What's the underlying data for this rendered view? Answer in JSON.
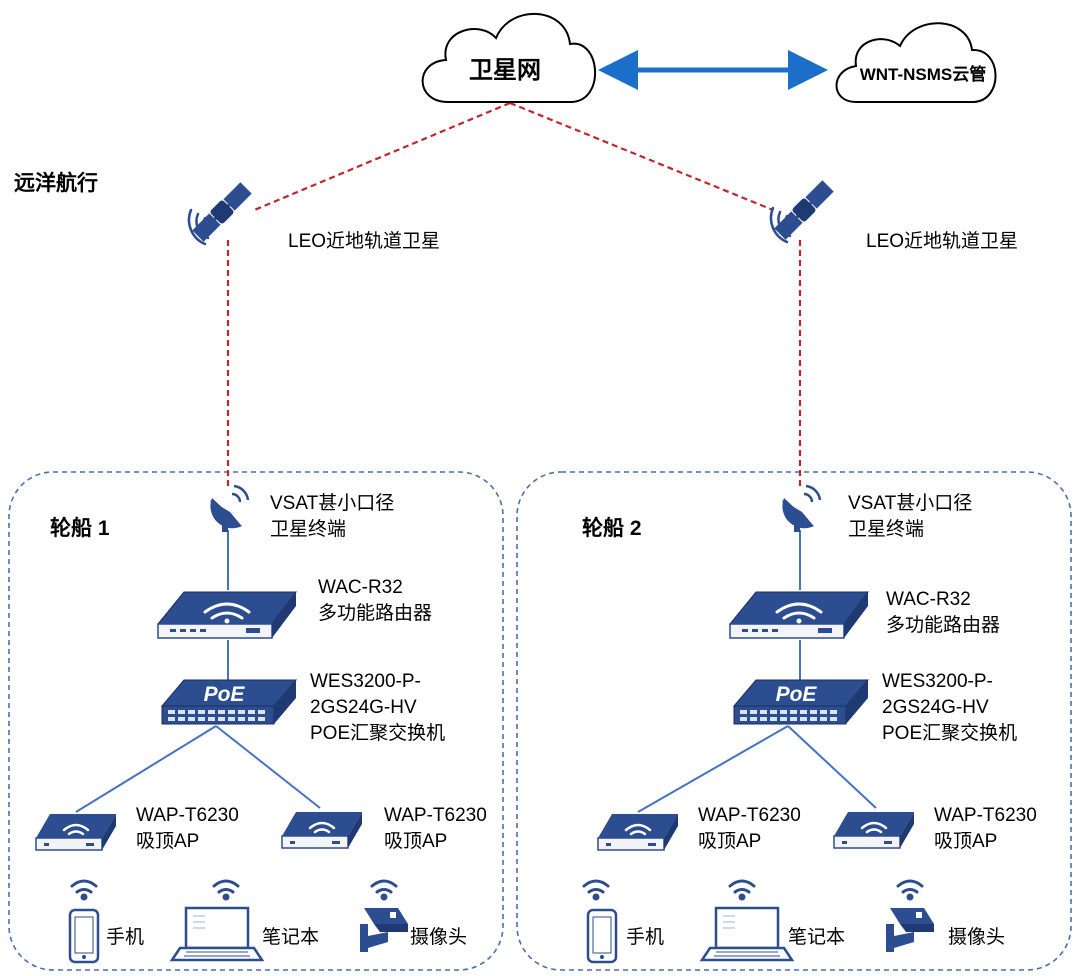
{
  "clouds": {
    "satellite_net": "卫星网",
    "cloud_mgmt": "WNT-NSMS云管"
  },
  "scenario_label": "远洋航行",
  "satellites": {
    "left": "LEO近地轨道卫星",
    "right": "LEO近地轨道卫星"
  },
  "ships": [
    {
      "name": "轮船 1",
      "vsat": {
        "line1": "VSAT甚小口径",
        "line2": "卫星终端"
      },
      "router": {
        "line1": "WAC-R32",
        "line2": "多功能路由器"
      },
      "switch": {
        "line1": "WES3200-P-",
        "line2": "2GS24G-HV",
        "line3": "POE汇聚交换机",
        "badge": "PoE"
      },
      "ap_left": {
        "line1": "WAP-T6230",
        "line2": "吸顶AP"
      },
      "ap_right": {
        "line1": "WAP-T6230",
        "line2": "吸顶AP"
      },
      "devices": {
        "phone": "手机",
        "laptop": "笔记本",
        "camera": "摄像头"
      }
    },
    {
      "name": "轮船 2",
      "vsat": {
        "line1": "VSAT甚小口径",
        "line2": "卫星终端"
      },
      "router": {
        "line1": "WAC-R32",
        "line2": "多功能路由器"
      },
      "switch": {
        "line1": "WES3200-P-",
        "line2": "2GS24G-HV",
        "line3": "POE汇聚交换机",
        "badge": "PoE"
      },
      "ap_left": {
        "line1": "WAP-T6230",
        "line2": "吸顶AP"
      },
      "ap_right": {
        "line1": "WAP-T6230",
        "line2": "吸顶AP"
      },
      "devices": {
        "phone": "手机",
        "laptop": "笔记本",
        "camera": "摄像头"
      }
    }
  ],
  "colors": {
    "device_blue": "#2c4d8f",
    "link_blue": "#4472c4",
    "sat_link_red": "#c0272d",
    "double_arrow": "#1b6fc9",
    "ship_border": "#4a6fb5"
  }
}
